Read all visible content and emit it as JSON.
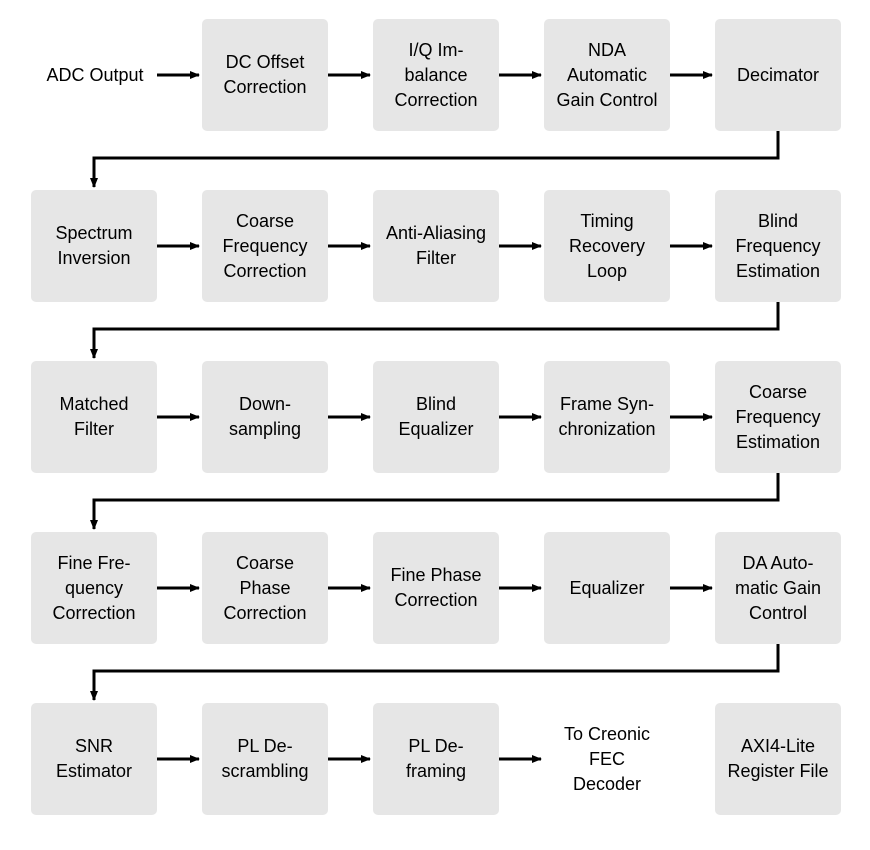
{
  "input_label": "ADC Output",
  "output_label": "To Creonic\nFEC\nDecoder",
  "rows": [
    [
      "DC Offset\nCorrection",
      "I/Q Im-\nbalance\nCorrection",
      "NDA\nAutomatic\nGain Control",
      "Decimator"
    ],
    [
      "Spectrum\nInversion",
      "Coarse\nFrequency\nCorrection",
      "Anti-Aliasing\nFilter",
      "Timing\nRecovery\nLoop",
      "Blind\nFrequency\nEstimation"
    ],
    [
      "Matched\nFilter",
      "Down-\nsampling",
      "Blind\nEqualizer",
      "Frame Syn-\nchronization",
      "Coarse\nFrequency\nEstimation"
    ],
    [
      "Fine Fre-\nquency\nCorrection",
      "Coarse\nPhase\nCorrection",
      "Fine Phase\nCorrection",
      "Equalizer",
      "DA Auto-\nmatic Gain\nControl"
    ],
    [
      "SNR\nEstimator",
      "PL De-\nscrambling",
      "PL De-\nframing"
    ]
  ],
  "register_block": "AXI4-Lite\nRegister File"
}
